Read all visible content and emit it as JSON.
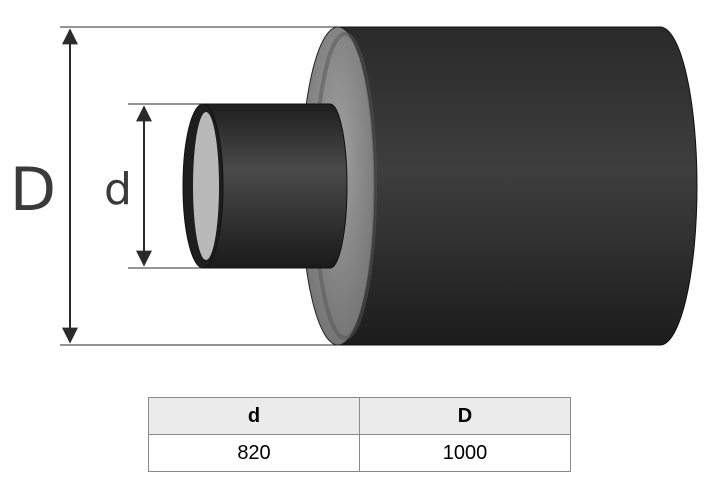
{
  "diagram": {
    "outer_label": "D",
    "inner_label": "d"
  },
  "table": {
    "headers": [
      "d",
      "D"
    ],
    "rows": [
      [
        "820",
        "1000"
      ]
    ]
  },
  "colors": {
    "pipe_dark": "#1c1c1c",
    "pipe_mid": "#3c3c3c",
    "insulation_face": "#8e8e8e",
    "pipe_inner": "#b9b9b9",
    "dimension_line": "#2a2a2a",
    "table_header_bg": "#ebebeb",
    "table_border": "#8a8a8a"
  }
}
